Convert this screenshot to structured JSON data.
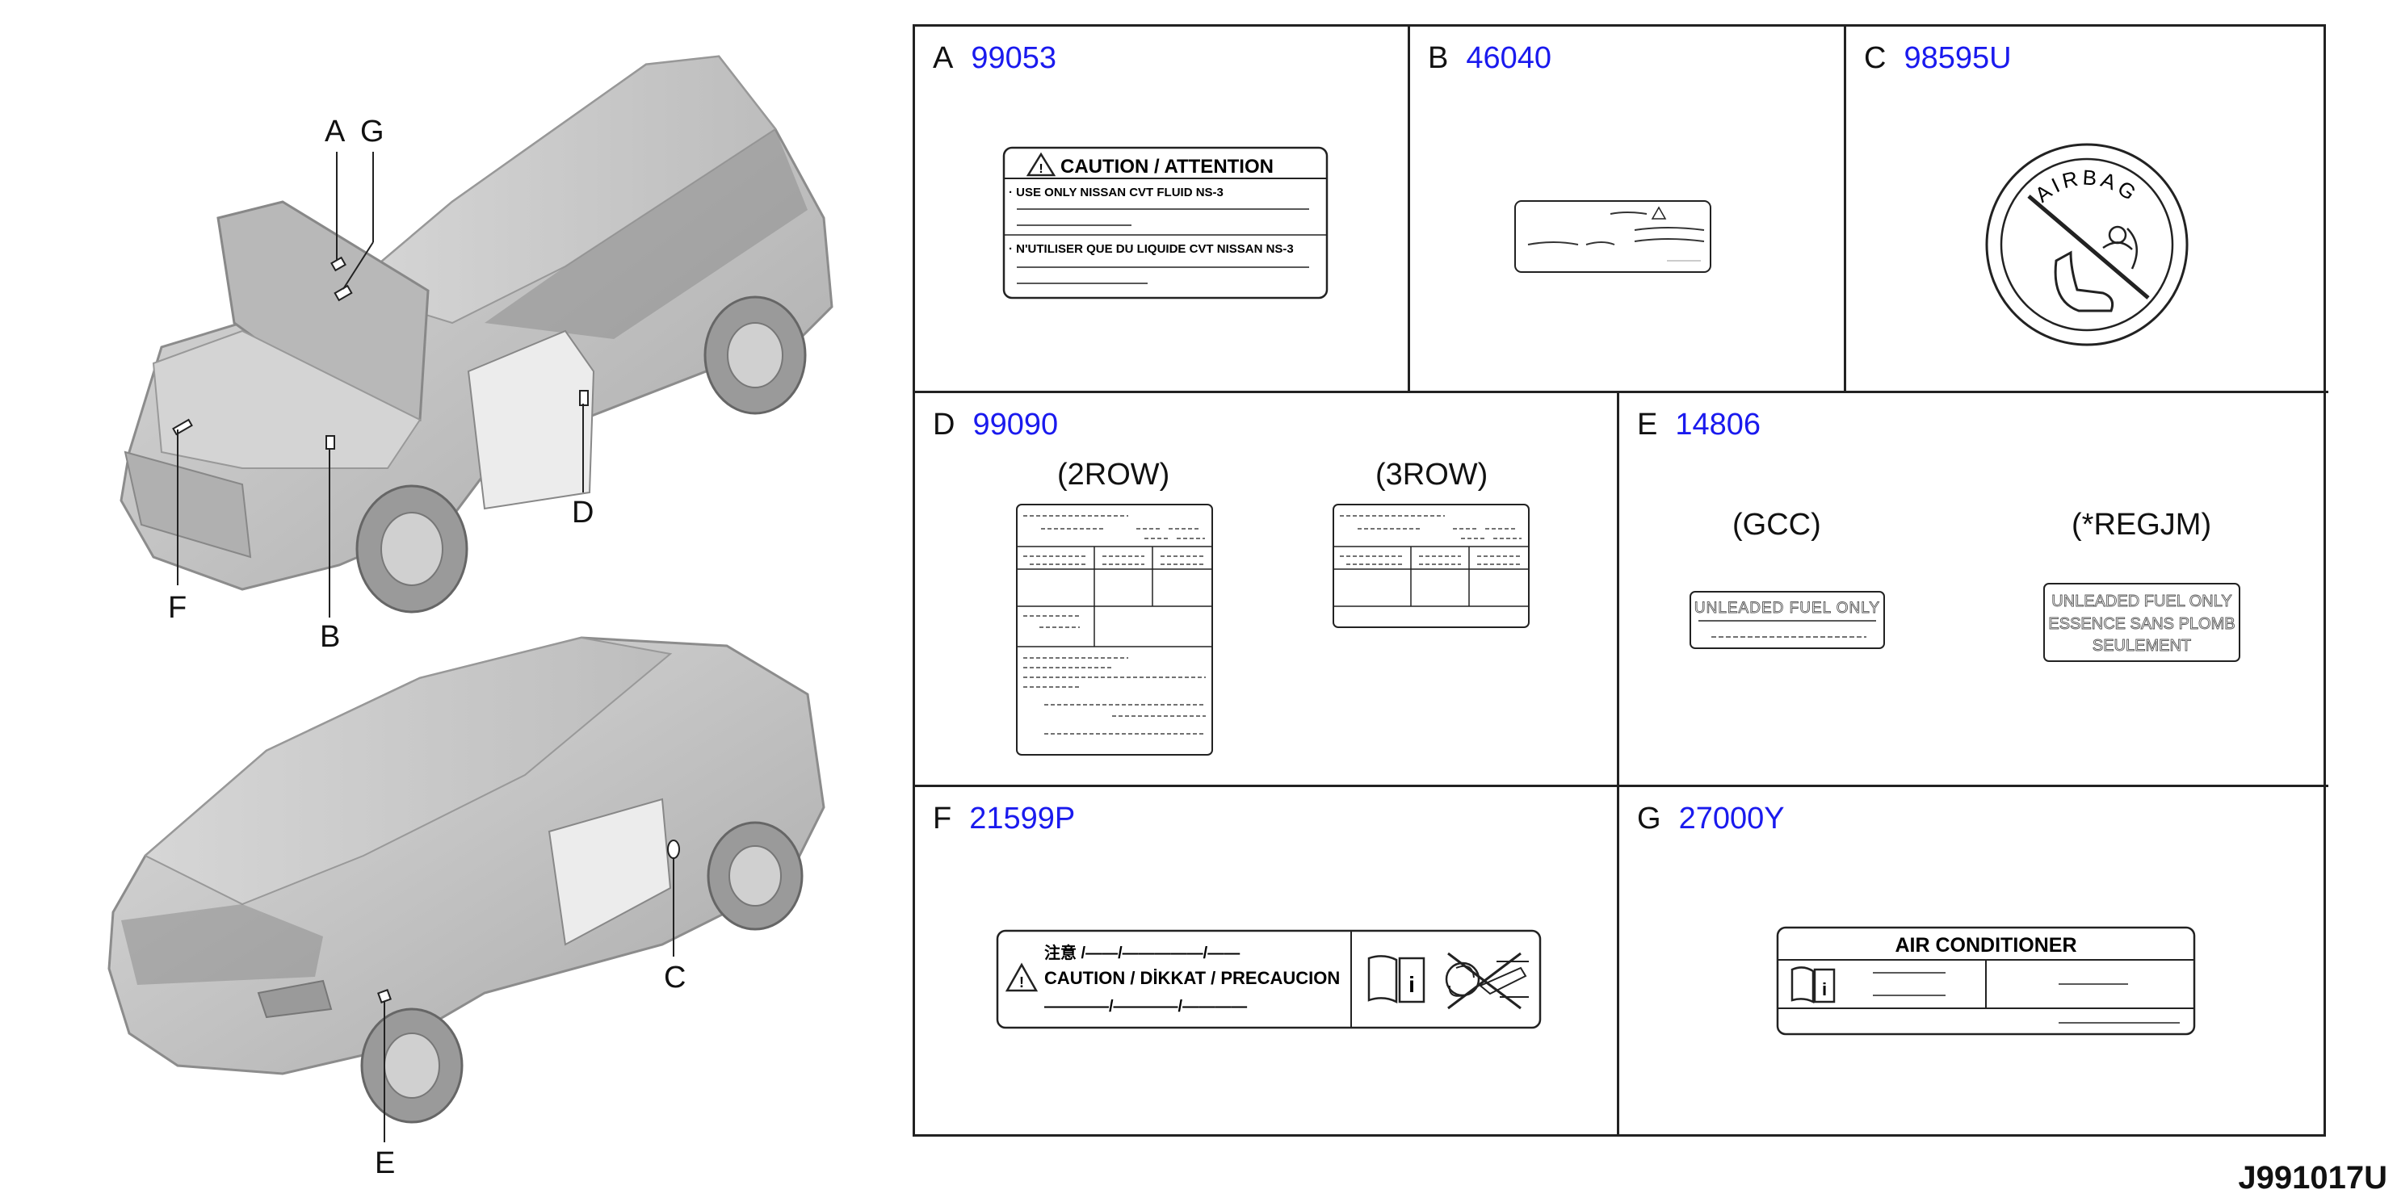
{
  "callouts": [
    "A",
    "G",
    "D",
    "F",
    "B",
    "C",
    "E"
  ],
  "cells": {
    "A": {
      "letter": "A",
      "part_no": "99053"
    },
    "B": {
      "letter": "B",
      "part_no": "46040"
    },
    "C": {
      "letter": "C",
      "part_no": "98595U"
    },
    "D": {
      "letter": "D",
      "part_no": "99090",
      "variants": [
        "(2ROW)",
        "(3ROW)"
      ]
    },
    "E": {
      "letter": "E",
      "part_no": "14806",
      "variants": [
        "(GCC)",
        "(*REGJM)"
      ]
    },
    "F": {
      "letter": "F",
      "part_no": "21599P"
    },
    "G": {
      "letter": "G",
      "part_no": "27000Y"
    }
  },
  "labels": {
    "caution_title": "CAUTION / ATTENTION",
    "caution_line1": "· USE ONLY NISSAN CVT FLUID NS-3",
    "caution_line2": "· N'UTILISER QUE DU LIQUIDE CVT NISSAN NS-3",
    "airbag_text": "AIRBAG",
    "fuel_gcc": "UNLEADED FUEL ONLY",
    "fuel_regjm_1": "UNLEADED FUEL ONLY",
    "fuel_regjm_2": "ESSENCE SANS PLOMB",
    "fuel_regjm_3": "SEULEMENT",
    "f_line1": "注意 /——/—————/——",
    "f_line2": "CAUTION / DİKKAT / PRECAUCION",
    "f_line3": "————/————/————",
    "ac_title": "AIR CONDITIONER",
    "info_glyph": "i"
  },
  "diagram_id": "J991017U",
  "colors": {
    "part_number": "#1a1aee",
    "car_body": "#c8c8c8",
    "border": "#222222"
  }
}
